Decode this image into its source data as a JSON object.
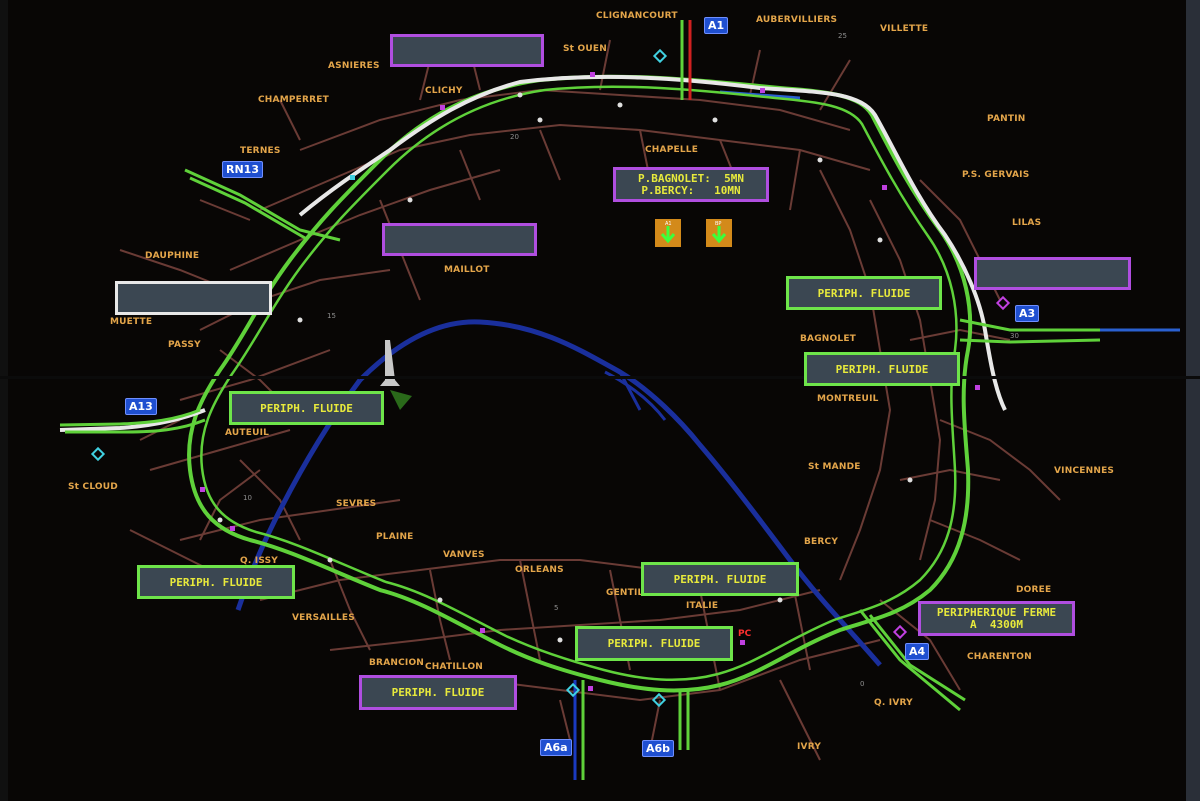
{
  "places": {
    "clignancourt": "CLIGNANCOURT",
    "st_ouen": "St OUEN",
    "aubervilliers": "AUBERVILLIERS",
    "villette": "VILLETTE",
    "asnieres": "ASNIERES",
    "champerret": "CHAMPERRET",
    "clichy": "CLICHY",
    "pantin": "PANTIN",
    "ternes": "TERNES",
    "chapelle": "CHAPELLE",
    "ps_gervais": "P.S. GERVAIS",
    "lilas": "LILAS",
    "dauphine": "DAUPHINE",
    "maillot": "MAILLOT",
    "muette": "MUETTE",
    "passy": "PASSY",
    "bagnolet": "BAGNOLET",
    "montreuil": "MONTREUIL",
    "auteuil": "AUTEUIL",
    "st_cloud": "St CLOUD",
    "sevres": "SEVRES",
    "vincennes": "VINCENNES",
    "st_mande": "St MANDE",
    "plaine": "PLAINE",
    "vanves": "VANVES",
    "orleans": "ORLEANS",
    "bercy": "BERCY",
    "q_issy": "Q. ISSY",
    "gentilly": "GENTILLY",
    "doree": "DOREE",
    "versailles": "VERSAILLES",
    "italie": "ITALIE",
    "charenton": "CHARENTON",
    "brancion": "BRANCION",
    "chatillon": "CHATILLON",
    "q_ivry": "Q. IVRY",
    "ivry": "IVRY"
  },
  "shields": {
    "a1": "A1",
    "rn13": "RN13",
    "a3": "A3",
    "a13": "A13",
    "a4": "A4",
    "a6a": "A6a",
    "a6b": "A6b"
  },
  "signs": {
    "travel_times": [
      "P.BAGNOLET:  5MN",
      "P.BERCY:   10MN"
    ],
    "fluide": "PERIPH. FLUIDE",
    "ferme": [
      "PERIPHERIQUE FERME",
      "A  4300M"
    ],
    "lane_a1": "A1",
    "lane_bp": "BP"
  },
  "markers": {
    "pc": "PC"
  },
  "km": {
    "k25": "25",
    "k20": "20",
    "k15": "15",
    "k10": "10",
    "k5": "5",
    "k0": "0",
    "k30": "30"
  },
  "colors": {
    "road_green": "#5fd13a",
    "road_white": "#e8e8e8",
    "seine": "#1a2f9c",
    "local_roads": "#6a3b35",
    "label": "#e3a54a"
  }
}
